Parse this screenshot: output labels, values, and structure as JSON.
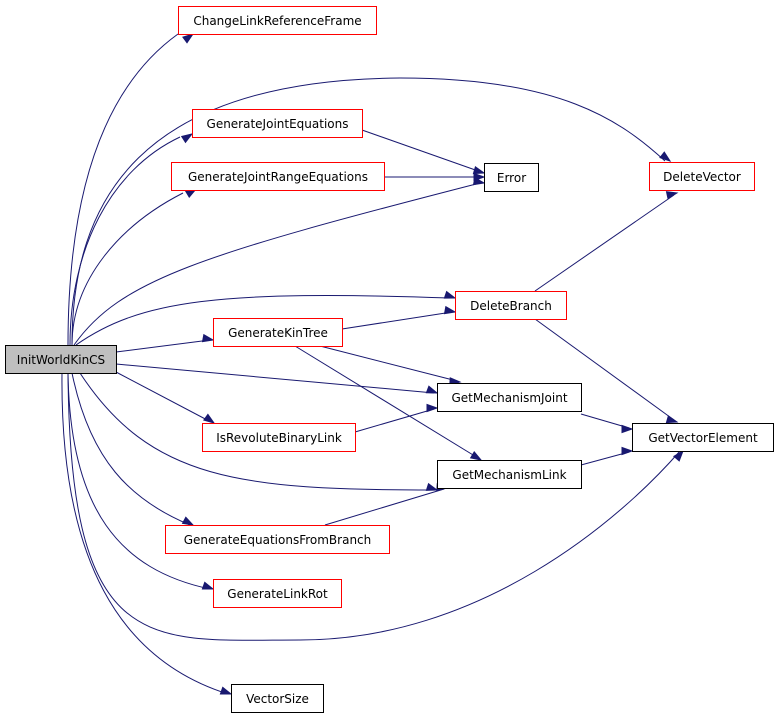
{
  "colors": {
    "edge": "#191970",
    "border_red": "#ff0000",
    "border_black": "#000000",
    "root_fill": "#bfbfbf",
    "node_fill": "#ffffff"
  },
  "nodes": [
    {
      "id": "InitWorldKinCS",
      "label": "InitWorldKinCS",
      "style": "root"
    },
    {
      "id": "ChangeLinkReferenceFrame",
      "label": "ChangeLinkReferenceFrame",
      "style": "red"
    },
    {
      "id": "GenerateJointEquations",
      "label": "GenerateJointEquations",
      "style": "red"
    },
    {
      "id": "GenerateJointRangeEquations",
      "label": "GenerateJointRangeEquations",
      "style": "red"
    },
    {
      "id": "Error",
      "label": "Error",
      "style": "black"
    },
    {
      "id": "DeleteVector",
      "label": "DeleteVector",
      "style": "red"
    },
    {
      "id": "DeleteBranch",
      "label": "DeleteBranch",
      "style": "red"
    },
    {
      "id": "GenerateKinTree",
      "label": "GenerateKinTree",
      "style": "red"
    },
    {
      "id": "GetMechanismJoint",
      "label": "GetMechanismJoint",
      "style": "black"
    },
    {
      "id": "IsRevoluteBinaryLink",
      "label": "IsRevoluteBinaryLink",
      "style": "red"
    },
    {
      "id": "GetVectorElement",
      "label": "GetVectorElement",
      "style": "black"
    },
    {
      "id": "GetMechanismLink",
      "label": "GetMechanismLink",
      "style": "black"
    },
    {
      "id": "GenerateEquationsFromBranch",
      "label": "GenerateEquationsFromBranch",
      "style": "red"
    },
    {
      "id": "GenerateLinkRot",
      "label": "GenerateLinkRot",
      "style": "red"
    },
    {
      "id": "VectorSize",
      "label": "VectorSize",
      "style": "black"
    }
  ],
  "edges": [
    {
      "from": "InitWorldKinCS",
      "to": "ChangeLinkReferenceFrame"
    },
    {
      "from": "InitWorldKinCS",
      "to": "DeleteVector"
    },
    {
      "from": "InitWorldKinCS",
      "to": "GenerateJointEquations"
    },
    {
      "from": "InitWorldKinCS",
      "to": "GenerateJointRangeEquations"
    },
    {
      "from": "InitWorldKinCS",
      "to": "Error"
    },
    {
      "from": "InitWorldKinCS",
      "to": "DeleteBranch"
    },
    {
      "from": "InitWorldKinCS",
      "to": "GenerateKinTree"
    },
    {
      "from": "InitWorldKinCS",
      "to": "GetMechanismJoint"
    },
    {
      "from": "InitWorldKinCS",
      "to": "IsRevoluteBinaryLink"
    },
    {
      "from": "InitWorldKinCS",
      "to": "GetMechanismLink"
    },
    {
      "from": "InitWorldKinCS",
      "to": "GetVectorElement"
    },
    {
      "from": "InitWorldKinCS",
      "to": "GenerateEquationsFromBranch"
    },
    {
      "from": "InitWorldKinCS",
      "to": "GenerateLinkRot"
    },
    {
      "from": "InitWorldKinCS",
      "to": "VectorSize"
    },
    {
      "from": "GenerateJointEquations",
      "to": "Error"
    },
    {
      "from": "GenerateJointRangeEquations",
      "to": "Error"
    },
    {
      "from": "DeleteBranch",
      "to": "DeleteVector"
    },
    {
      "from": "DeleteBranch",
      "to": "GetVectorElement"
    },
    {
      "from": "GenerateKinTree",
      "to": "DeleteBranch"
    },
    {
      "from": "GenerateKinTree",
      "to": "GetMechanismJoint"
    },
    {
      "from": "GenerateKinTree",
      "to": "GetMechanismLink"
    },
    {
      "from": "IsRevoluteBinaryLink",
      "to": "GetMechanismJoint"
    },
    {
      "from": "GetMechanismJoint",
      "to": "GetVectorElement"
    },
    {
      "from": "GetMechanismLink",
      "to": "GetVectorElement"
    },
    {
      "from": "GenerateEquationsFromBranch",
      "to": "GetMechanismLink"
    }
  ]
}
